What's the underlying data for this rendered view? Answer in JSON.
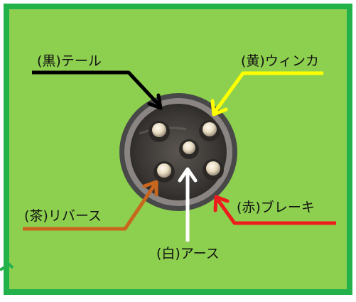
{
  "labels": {
    "black_tail": "(黒)テール",
    "yellow_turn": "(黄)ウィンカ",
    "brown_reverse": "(茶)リバース",
    "red_brake": "(赤)ブレーキ",
    "white_ground": "(白)アース"
  },
  "colors": {
    "panel": "#8dcf4f",
    "panel_border": "#23b14c",
    "black": "#000000",
    "yellow": "#ffff00",
    "brown": "#c8661e",
    "red": "#ee1c1c",
    "white": "#ffffff"
  },
  "icons": [
    "connector-socket-icon",
    "pin-icon"
  ]
}
